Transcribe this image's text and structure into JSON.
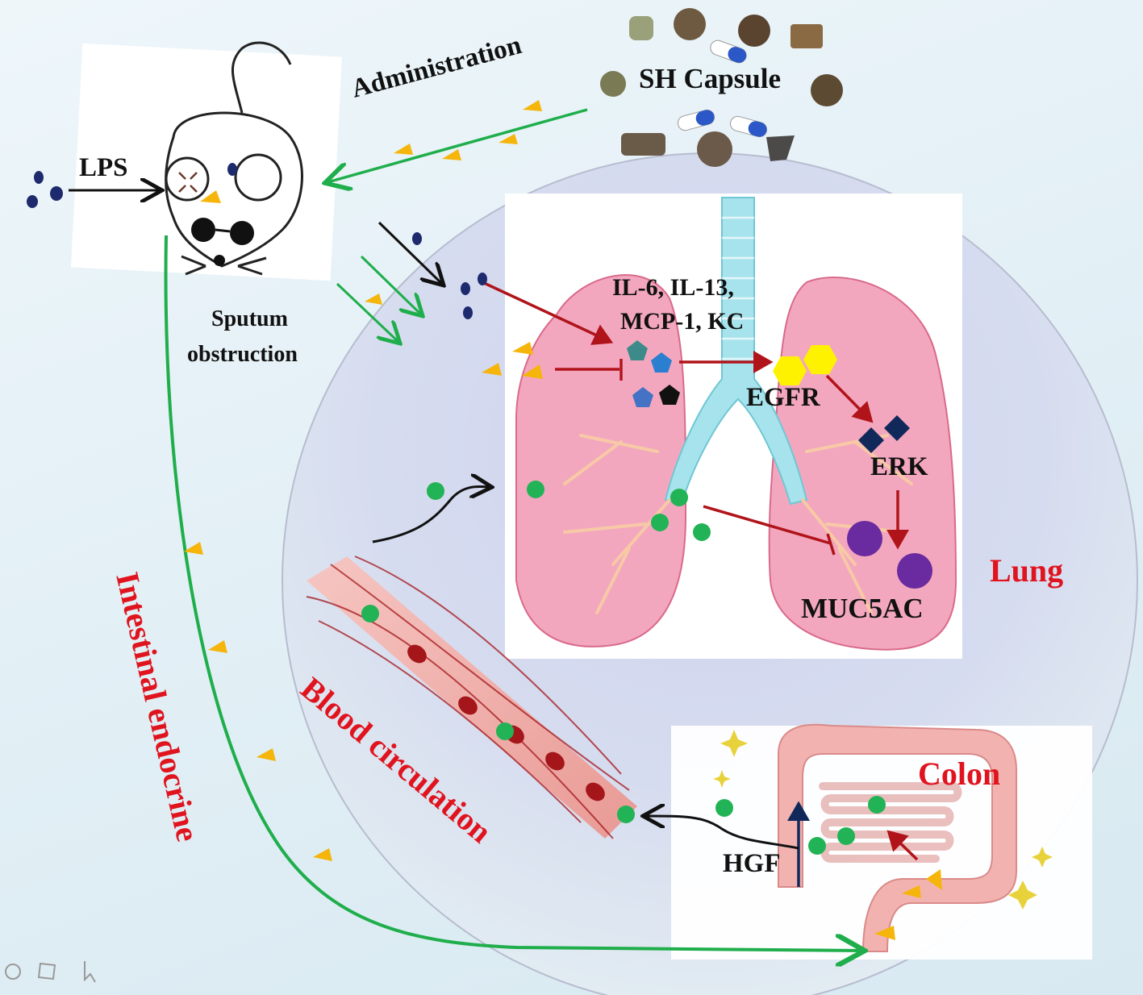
{
  "labels": {
    "lps": "LPS",
    "administration": "Administration",
    "sh_capsule": "SH Capsule",
    "sputum_line1": "Sputum",
    "sputum_line2": "obstruction",
    "cytokines_line1": "IL-6, IL-13,",
    "cytokines_line2": "MCP-1, KC",
    "egfr": "EGFR",
    "erk": "ERK",
    "muc5ac": "MUC5AC",
    "lung": "Lung",
    "colon": "Colon",
    "hgf": "HGF",
    "blood_circulation": "Blood circulation",
    "intestinal_endocrine": "Intestinal endocrine"
  },
  "colors": {
    "pathway_green": "#1fae4b",
    "inhibition_red": "#b0141a",
    "label_red": "#e0141e",
    "drug_triangle": "#f5b50a",
    "lps_dot": "#1e2a6e",
    "hgf_dot": "#22b356",
    "egfr_hexagon": "#fff200",
    "erk_diamond": "#10285a",
    "muc5ac_circle": "#6a2aa0",
    "lung_tissue": "#f3a7bf",
    "trachea": "#a7e3ec"
  }
}
